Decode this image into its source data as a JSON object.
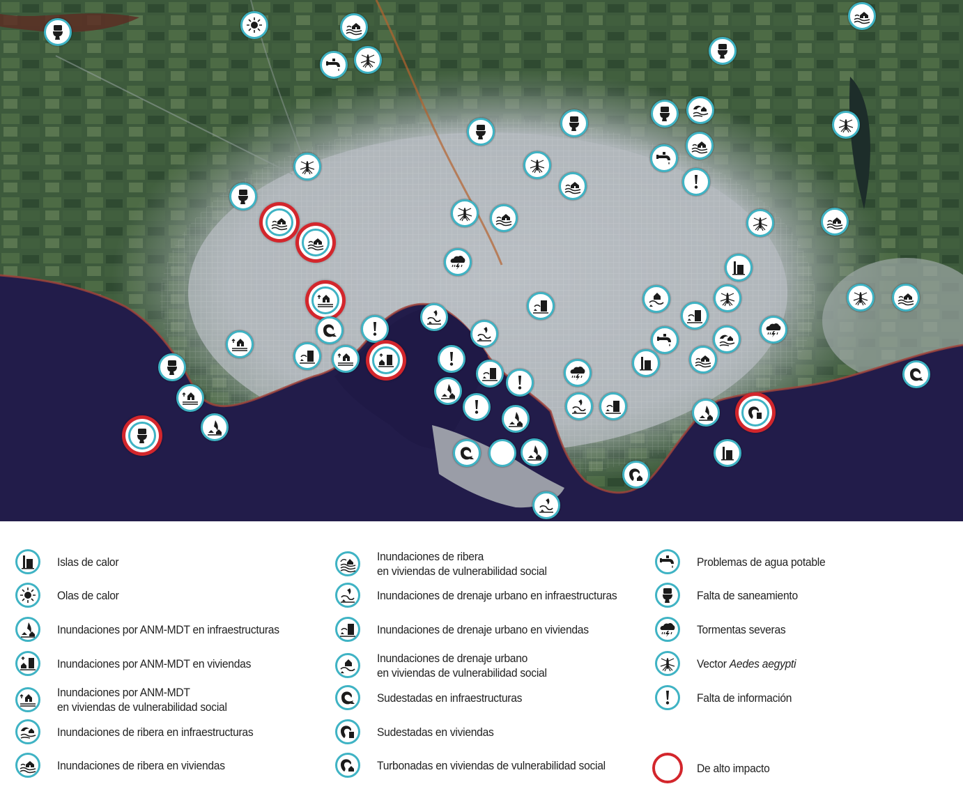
{
  "colors": {
    "marker_ring": "#3fb3c4",
    "high_impact_ring": "#d3262c",
    "sea": "#221c4a",
    "land_urban": "#b9bec4",
    "land_green": "#3e5a3e"
  },
  "map": {
    "markers": [
      {
        "icon": "toilet-icon",
        "high": false
      },
      {
        "icon": "sun-icon",
        "high": false
      },
      {
        "icon": "river-house-icon",
        "high": false
      },
      {
        "icon": "faucet-icon",
        "high": false
      },
      {
        "icon": "mosquito-icon",
        "high": false
      },
      {
        "icon": "river-house-icon",
        "high": false
      },
      {
        "icon": "toilet-icon",
        "high": false
      },
      {
        "icon": "toilet-icon",
        "high": false
      },
      {
        "icon": "river-infra-icon",
        "high": false
      },
      {
        "icon": "toilet-icon",
        "high": false
      },
      {
        "icon": "toilet-icon",
        "high": false
      },
      {
        "icon": "mosquito-icon",
        "high": false
      },
      {
        "icon": "faucet-icon",
        "high": false
      },
      {
        "icon": "river-house-icon",
        "high": false
      },
      {
        "icon": "info-icon",
        "high": false
      },
      {
        "icon": "mosquito-icon",
        "high": false
      },
      {
        "icon": "river-house-icon",
        "high": false
      },
      {
        "icon": "mosquito-icon",
        "high": false
      },
      {
        "icon": "toilet-icon",
        "high": false
      },
      {
        "icon": "river-house-icon",
        "high": true
      },
      {
        "icon": "river-house-icon",
        "high": true
      },
      {
        "icon": "mosquito-icon",
        "high": false
      },
      {
        "icon": "river-house-icon",
        "high": false
      },
      {
        "icon": "mosquito-icon",
        "high": false
      },
      {
        "icon": "river-house-icon",
        "high": false
      },
      {
        "icon": "storm-icon",
        "high": false
      },
      {
        "icon": "heat-island-icon",
        "high": false
      },
      {
        "icon": "anm-social-icon",
        "high": true
      },
      {
        "icon": "drainage-house-icon",
        "high": false
      },
      {
        "icon": "drainage-social-icon",
        "high": false
      },
      {
        "icon": "mosquito-icon",
        "high": false
      },
      {
        "icon": "mosquito-icon",
        "high": false
      },
      {
        "icon": "river-house-icon",
        "high": false
      },
      {
        "icon": "drainage-infra-icon",
        "high": false
      },
      {
        "icon": "drainage-house-icon",
        "high": false
      },
      {
        "icon": "sudestada-infra-icon",
        "high": false
      },
      {
        "icon": "info-icon",
        "high": false
      },
      {
        "icon": "drainage-infra-icon",
        "high": false
      },
      {
        "icon": "faucet-icon",
        "high": false
      },
      {
        "icon": "river-infra-icon",
        "high": false
      },
      {
        "icon": "storm-icon",
        "high": false
      },
      {
        "icon": "anm-social-icon",
        "high": false
      },
      {
        "icon": "drainage-house-icon",
        "high": false
      },
      {
        "icon": "anm-social-icon",
        "high": false
      },
      {
        "icon": "anm-house-icon",
        "high": true
      },
      {
        "icon": "toilet-icon",
        "high": false
      },
      {
        "icon": "info-icon",
        "high": false
      },
      {
        "icon": "river-house-icon",
        "high": false
      },
      {
        "icon": "drainage-house-icon",
        "high": false
      },
      {
        "icon": "storm-icon",
        "high": false
      },
      {
        "icon": "info-icon",
        "high": false
      },
      {
        "icon": "heat-island-icon",
        "high": false
      },
      {
        "icon": "sudestada-infra-icon",
        "high": false
      },
      {
        "icon": "anm-social-icon",
        "high": false
      },
      {
        "icon": "anm-infra-icon",
        "high": false
      },
      {
        "icon": "drainage-infra-icon",
        "high": false
      },
      {
        "icon": "info-icon",
        "high": false
      },
      {
        "icon": "drainage-house-icon",
        "high": false
      },
      {
        "icon": "anm-infra-icon",
        "high": false
      },
      {
        "icon": "sudestada-house-icon",
        "high": true
      },
      {
        "icon": "anm-infra-icon",
        "high": false
      },
      {
        "icon": "heat-island-icon",
        "high": false
      },
      {
        "icon": "toilet-icon",
        "high": true
      },
      {
        "icon": "anm-infra-icon",
        "high": false
      },
      {
        "icon": "sudestada-infra-icon",
        "high": false
      },
      {
        "icon": "sudestada-social-icon",
        "high": false
      },
      {
        "icon": "anm-infra-icon",
        "high": false
      },
      {
        "icon": "turbonada-icon",
        "high": false
      },
      {
        "icon": "drainage-infra-icon",
        "high": false
      },
      {
        "icon": "sudestada-infra-icon",
        "high": false
      },
      {
        "icon": "toilet-icon",
        "high": false
      },
      {
        "icon": "anm-infra-icon",
        "high": false
      }
    ]
  },
  "legend": {
    "items": [
      {
        "icon": "heat-island-icon",
        "lines": [
          "Islas de calor"
        ]
      },
      {
        "icon": "sun-icon",
        "lines": [
          "Olas de calor"
        ]
      },
      {
        "icon": "anm-infra-icon",
        "lines": [
          "Inundaciones por ANM-MDT en infraestructuras"
        ]
      },
      {
        "icon": "anm-house-icon",
        "lines": [
          "Inundaciones por ANM-MDT en viviendas"
        ]
      },
      {
        "icon": "anm-social-icon",
        "lines": [
          "Inundaciones por ANM-MDT",
          "en viviendas de vulnerabilidad social"
        ]
      },
      {
        "icon": "river-infra-icon",
        "lines": [
          "Inundaciones de ribera en infraestructuras"
        ]
      },
      {
        "icon": "river-house-icon",
        "lines": [
          "Inundaciones de ribera en viviendas"
        ]
      },
      {
        "icon": "river-social-icon",
        "lines": [
          "Inundaciones de ribera",
          "en viviendas de vulnerabilidad social"
        ]
      },
      {
        "icon": "drainage-infra-icon",
        "lines": [
          "Inundaciones de drenaje urbano en infraestructuras"
        ]
      },
      {
        "icon": "drainage-house-icon",
        "lines": [
          "Inundaciones de drenaje urbano en viviendas"
        ]
      },
      {
        "icon": "drainage-social-icon",
        "lines": [
          "Inundaciones de drenaje urbano",
          "en viviendas de vulnerabilidad social"
        ]
      },
      {
        "icon": "sudestada-infra-icon",
        "lines": [
          "Sudestadas en infraestructuras"
        ]
      },
      {
        "icon": "sudestada-house-icon",
        "lines": [
          "Sudestadas en viviendas"
        ]
      },
      {
        "icon": "turbonada-icon",
        "lines": [
          "Turbonadas en viviendas de vulnerabilidad social"
        ]
      },
      {
        "icon": "faucet-icon",
        "lines": [
          "Problemas de agua potable"
        ]
      },
      {
        "icon": "toilet-icon",
        "lines": [
          "Falta de saneamiento"
        ]
      },
      {
        "icon": "storm-icon",
        "lines": [
          "Tormentas severas"
        ]
      },
      {
        "icon": "mosquito-icon",
        "lines": [
          "Vector "
        ],
        "italic": "Aedes aegypti"
      },
      {
        "icon": "info-icon",
        "lines": [
          "Falta de información"
        ]
      },
      {
        "icon": "high-impact-ring-icon",
        "lines": [
          "De alto impacto"
        ]
      }
    ]
  }
}
